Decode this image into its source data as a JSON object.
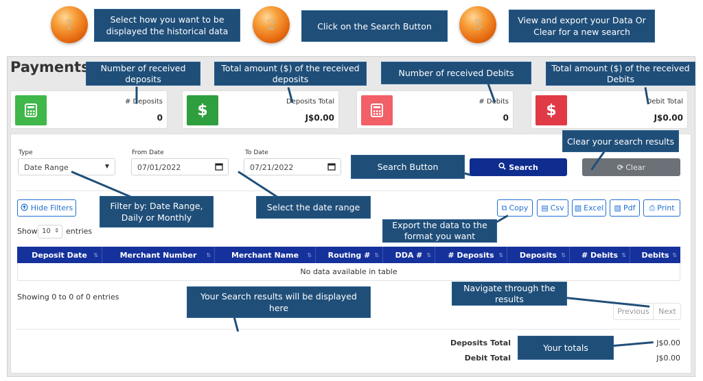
{
  "steps": [
    {
      "number": "1",
      "text": "Select how you want to be displayed the historical data"
    },
    {
      "number": "2",
      "text": "Click on the Search Button"
    },
    {
      "number": "3",
      "text": "View and export your Data Or Clear for a new search"
    }
  ],
  "page": {
    "title": "Payments"
  },
  "cards": [
    {
      "label": "# Deposits",
      "value": "0",
      "color": "#3fb74a",
      "icon": "calculator-icon"
    },
    {
      "label": "Deposits Total",
      "value": "J$0.00",
      "color": "#2f9e3f",
      "icon": "dollar-icon"
    },
    {
      "label": "# Debits",
      "value": "0",
      "color": "#f25f67",
      "icon": "calculator-icon"
    },
    {
      "label": "Debit Total",
      "value": "J$0.00",
      "color": "#e03a46",
      "icon": "dollar-icon"
    }
  ],
  "filters": {
    "type_label": "Type",
    "type_value": "Date Range",
    "from_label": "From Date",
    "from_value": "07/01/2022",
    "to_label": "To Date",
    "to_value": "07/21/2022",
    "search_label": "Search",
    "clear_label": "Clear",
    "hide_filters_label": "Hide Filters"
  },
  "export": {
    "copy": "Copy",
    "csv": "Csv",
    "excel": "Excel",
    "pdf": "Pdf",
    "print": "Print"
  },
  "table": {
    "show_label": "Show",
    "entries_value": "10",
    "entries_label": "entries",
    "columns": [
      "Deposit Date",
      "Merchant Number",
      "Merchant Name",
      "Routing #",
      "DDA #",
      "# Deposits",
      "Deposits",
      "# Debits",
      "Debits"
    ],
    "empty_message": "No data available in table",
    "info": "Showing 0 to 0 of 0 entries",
    "prev": "Previous",
    "next": "Next"
  },
  "totals": {
    "deposits_label": "Deposits Total",
    "deposits_value": "J$0.00",
    "debit_label": "Debit Total",
    "debit_value": "J$0.00"
  },
  "callouts": {
    "received_deposits": "Number of received deposits",
    "total_deposits": "Total amount ($) of the received deposits",
    "received_debits": "Number of received Debits",
    "total_debits": "Total amount ($) of the received Debits",
    "clear_results": "Clear your search results",
    "search_button": "Search Button",
    "filter_by": "Filter by: Date Range, Daily or Monthly",
    "date_range": "Select the date range",
    "export_data": "Export the data to the format you want",
    "navigate": "Navigate through the results",
    "results_here": "Your Search results will be displayed here",
    "your_totals": "Your totals"
  }
}
